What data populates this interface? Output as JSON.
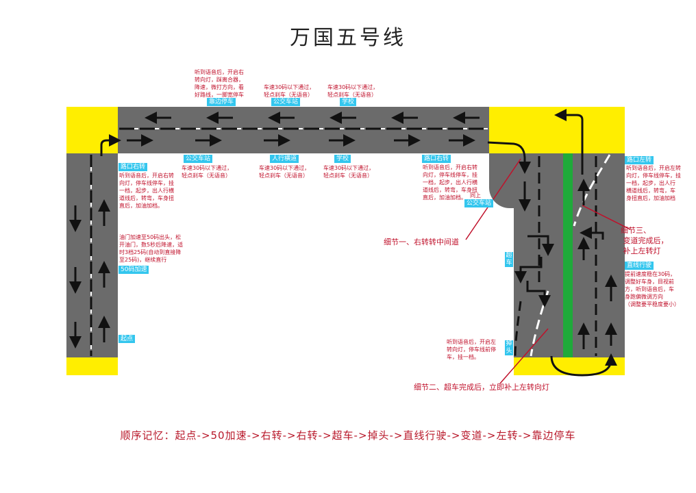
{
  "title": "万国五号线",
  "footer": "顺序记忆：起点->50加速->右转->右转->超车->掉头->直线行驶->变道->左转->靠边停车",
  "top_road": {
    "upper_tags": [
      "靠边停车",
      "公交车站",
      "学校"
    ],
    "lower_tags": [
      "公交车站",
      "人行横道",
      "学校",
      "路口右转"
    ],
    "notes_above": [
      "听到语音后，开启右\n转向灯，踩离合器，\n降速，微打方向，看\n好路线，一脚宽停车",
      "车速30码以下通过，\n轻点刹车（无语音）",
      "车速30码以下通过，\n轻点刹车（无语音）"
    ],
    "notes_below": [
      "车速30码以下通过，\n轻点刹车（无语音）",
      "车速30码以下通过，\n轻点刹车（无语音）",
      "车速30码以下通过，\n轻点刹车（无语音）"
    ]
  },
  "left_road": {
    "tags": [
      "路口右转",
      "50码加速",
      "起点"
    ],
    "notes": [
      "听到语音后，开启右转\n向灯，停车线停车，挂\n一档，起步，出人行横\n道线后，转弯，车身扭\n直后，加油加档。",
      "油门加速至50码出头，松\n开油门，数5秒后降速，适\n时3档25码(自动到直接降\n至25码)，继续直行"
    ]
  },
  "right_road": {
    "notes_left": [
      "听到语音后，开启右转\n向灯，停车线停车，挂\n一档，起步，出人行横\n道线后，转弯，车身扭\n直后，加油加档。",
      "听到语音后，开启左\n转向灯，停车线前停\n车，挂一档。"
    ],
    "notes_right": [
      "听到语音后，开启左转\n向灯，停车线停车，挂\n一档，起步，出人行\n横道线后，转弯，车\n身扭直后，加油加档",
      "提前速度稳在30码，\n调整好车身，目视前\n方，听到语音后，车\n身跑偏微调方向\n（调整要平稳度要小）"
    ],
    "tags_right": [
      "路口左转",
      "直线行驶"
    ],
    "tags_vertical": [
      "超\n车",
      "掉\n头"
    ],
    "bus_tag": "公交车站",
    "small_label": "同上"
  },
  "details": [
    "细节一、右转转中间道",
    "细节二、超车完成后，立即补上左转向灯",
    "细节三、\n 变道完成后，\n 补上左转灯"
  ],
  "colors": {
    "road": "#6b6b6b",
    "yellow": "#ffee00",
    "tag": "#33c6ee",
    "red": "#c0112b",
    "median": "#1faa3a"
  }
}
